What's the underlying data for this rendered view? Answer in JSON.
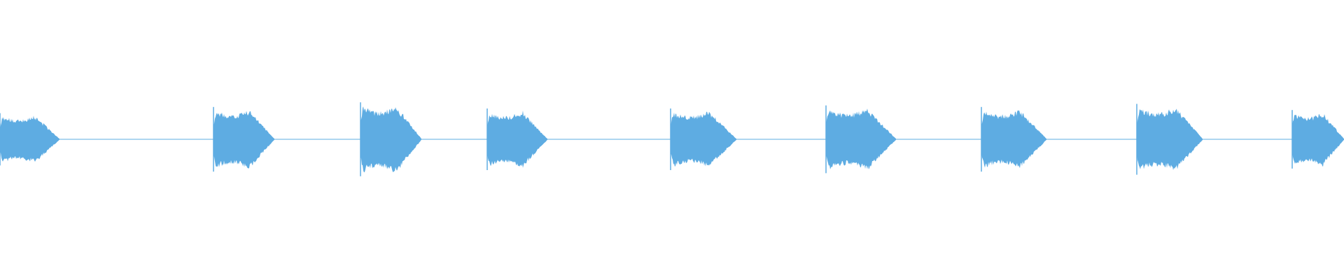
{
  "waveform": {
    "color": "#5eacE2",
    "background": "#ffffff",
    "duration_s": 19.2,
    "peak_amplitude": 0.24,
    "baseline_amplitude": 0.004,
    "bursts": [
      {
        "start_s": 0.0,
        "end_s": 0.85,
        "peak": 0.17
      },
      {
        "start_s": 3.05,
        "end_s": 3.92,
        "peak": 0.21
      },
      {
        "start_s": 5.15,
        "end_s": 6.02,
        "peak": 0.24
      },
      {
        "start_s": 6.96,
        "end_s": 7.82,
        "peak": 0.2
      },
      {
        "start_s": 9.58,
        "end_s": 10.52,
        "peak": 0.2
      },
      {
        "start_s": 11.8,
        "end_s": 12.8,
        "peak": 0.22
      },
      {
        "start_s": 14.02,
        "end_s": 14.95,
        "peak": 0.21
      },
      {
        "start_s": 16.24,
        "end_s": 17.18,
        "peak": 0.23
      },
      {
        "start_s": 18.46,
        "end_s": 19.2,
        "peak": 0.19
      }
    ]
  }
}
